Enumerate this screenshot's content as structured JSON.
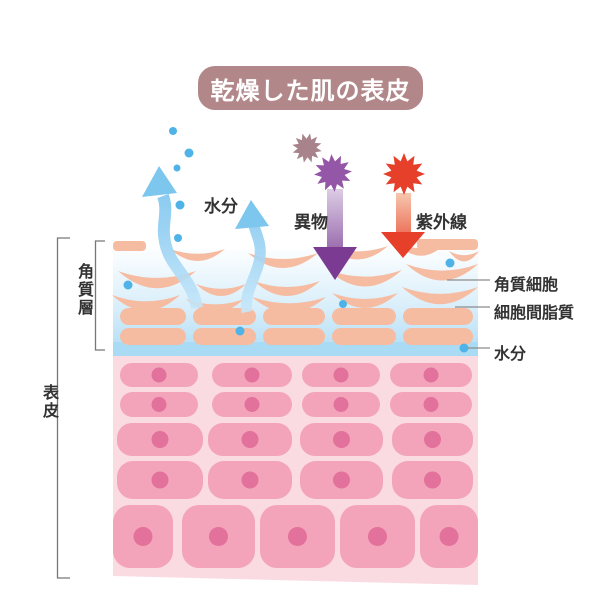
{
  "title": {
    "text": "乾燥した肌の表皮"
  },
  "annotations": {
    "moisture_top": "水分",
    "foreign_matter": "異物",
    "uv_rays": "紫外線",
    "corneocyte": "角質細胞",
    "intercellular_lipids": "細胞間脂質",
    "moisture_right": "水分",
    "stratum_corneum": "角質層",
    "epidermis": "表皮"
  },
  "colors": {
    "title_bg": "#B28789",
    "title_text": "#FFFFFF",
    "salmon": "#F6BCA2",
    "moisture_band_blue": "#A9DBF5",
    "water_arrow_blue": "#7CC5F0",
    "moisture_dot_blue": "#4FB3E7",
    "foreign_star_purple": "#9456A6",
    "foreign_star_mauve": "#A9838B",
    "foreign_arrow_purple_deep": "#7B3B93",
    "uv_red": "#E6402A",
    "cell_bg_pink": "#FBDBE2",
    "cell_pink": "#F3A4BA",
    "nucleus_pink": "#E2719B",
    "label_text": "#333333",
    "line_gray": "#8C8C8C"
  }
}
